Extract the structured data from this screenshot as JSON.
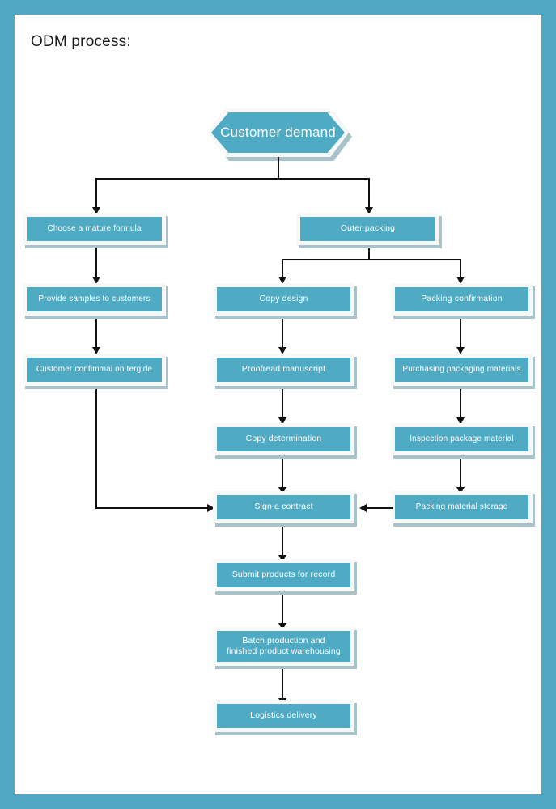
{
  "page": {
    "title": "ODM process:",
    "border_color": "#4FA9C4",
    "node_fill": "#4FABC4",
    "node_frame": "#f7f8f8",
    "node_shadow": "#a9c3cb",
    "node_text_color": "#ffffff",
    "connector_color": "#111111",
    "background": "#ffffff"
  },
  "chart_data": {
    "type": "diagram",
    "diagram_kind": "flowchart",
    "title": "ODM process:",
    "orientation": "top-down",
    "start_node": {
      "id": "customer_demand",
      "shape": "hexagon",
      "label": "Customer demand"
    },
    "nodes": [
      {
        "id": "customer_demand",
        "shape": "hexagon",
        "label": "Customer demand",
        "column": "center"
      },
      {
        "id": "choose_formula",
        "shape": "rectangle",
        "label": "Choose a mature formula",
        "column": "left"
      },
      {
        "id": "provide_samples",
        "shape": "rectangle",
        "label": "Provide samples to customers",
        "column": "left"
      },
      {
        "id": "customer_confirmation",
        "shape": "rectangle",
        "label": "Customer confimmai on tergide",
        "column": "left"
      },
      {
        "id": "outer_packing",
        "shape": "rectangle",
        "label": "Outer packing",
        "column": "center-right"
      },
      {
        "id": "copy_design",
        "shape": "rectangle",
        "label": "Copy design",
        "column": "middle"
      },
      {
        "id": "proofread_manuscript",
        "shape": "rectangle",
        "label": "Proofread manuscript",
        "column": "middle"
      },
      {
        "id": "copy_determination",
        "shape": "rectangle",
        "label": "Copy determination",
        "column": "middle"
      },
      {
        "id": "packing_confirmation",
        "shape": "rectangle",
        "label": "Packing confirmation",
        "column": "right"
      },
      {
        "id": "purchasing_packaging",
        "shape": "rectangle",
        "label": "Purchasing packaging materials",
        "column": "right"
      },
      {
        "id": "inspection_package",
        "shape": "rectangle",
        "label": "Inspection package material",
        "column": "right"
      },
      {
        "id": "packing_material_storage",
        "shape": "rectangle",
        "label": "Packing material storage",
        "column": "right"
      },
      {
        "id": "sign_contract",
        "shape": "rectangle",
        "label": "Sign a contract",
        "column": "middle"
      },
      {
        "id": "submit_products",
        "shape": "rectangle",
        "label": "Submit products for record",
        "column": "middle"
      },
      {
        "id": "batch_production",
        "shape": "rectangle",
        "label": "Batch production and finished product warehousing",
        "label_line_1": "Batch production and",
        "label_line_2": "finished product warehousing",
        "column": "middle"
      },
      {
        "id": "logistics_delivery",
        "shape": "rectangle",
        "label": "Logistics delivery",
        "column": "middle"
      }
    ],
    "edges": [
      {
        "from": "customer_demand",
        "to": "choose_formula",
        "direction": "down"
      },
      {
        "from": "customer_demand",
        "to": "outer_packing",
        "direction": "down"
      },
      {
        "from": "choose_formula",
        "to": "provide_samples",
        "direction": "down"
      },
      {
        "from": "provide_samples",
        "to": "customer_confirmation",
        "direction": "down"
      },
      {
        "from": "customer_confirmation",
        "to": "sign_contract",
        "direction": "right"
      },
      {
        "from": "outer_packing",
        "to": "copy_design",
        "direction": "down"
      },
      {
        "from": "outer_packing",
        "to": "packing_confirmation",
        "direction": "down"
      },
      {
        "from": "copy_design",
        "to": "proofread_manuscript",
        "direction": "down"
      },
      {
        "from": "proofread_manuscript",
        "to": "copy_determination",
        "direction": "down"
      },
      {
        "from": "copy_determination",
        "to": "sign_contract",
        "direction": "down"
      },
      {
        "from": "packing_confirmation",
        "to": "purchasing_packaging",
        "direction": "down"
      },
      {
        "from": "purchasing_packaging",
        "to": "inspection_package",
        "direction": "down"
      },
      {
        "from": "inspection_package",
        "to": "packing_material_storage",
        "direction": "down"
      },
      {
        "from": "packing_material_storage",
        "to": "sign_contract",
        "direction": "left"
      },
      {
        "from": "sign_contract",
        "to": "submit_products",
        "direction": "down"
      },
      {
        "from": "submit_products",
        "to": "batch_production",
        "direction": "down"
      },
      {
        "from": "batch_production",
        "to": "logistics_delivery",
        "direction": "down"
      }
    ]
  }
}
